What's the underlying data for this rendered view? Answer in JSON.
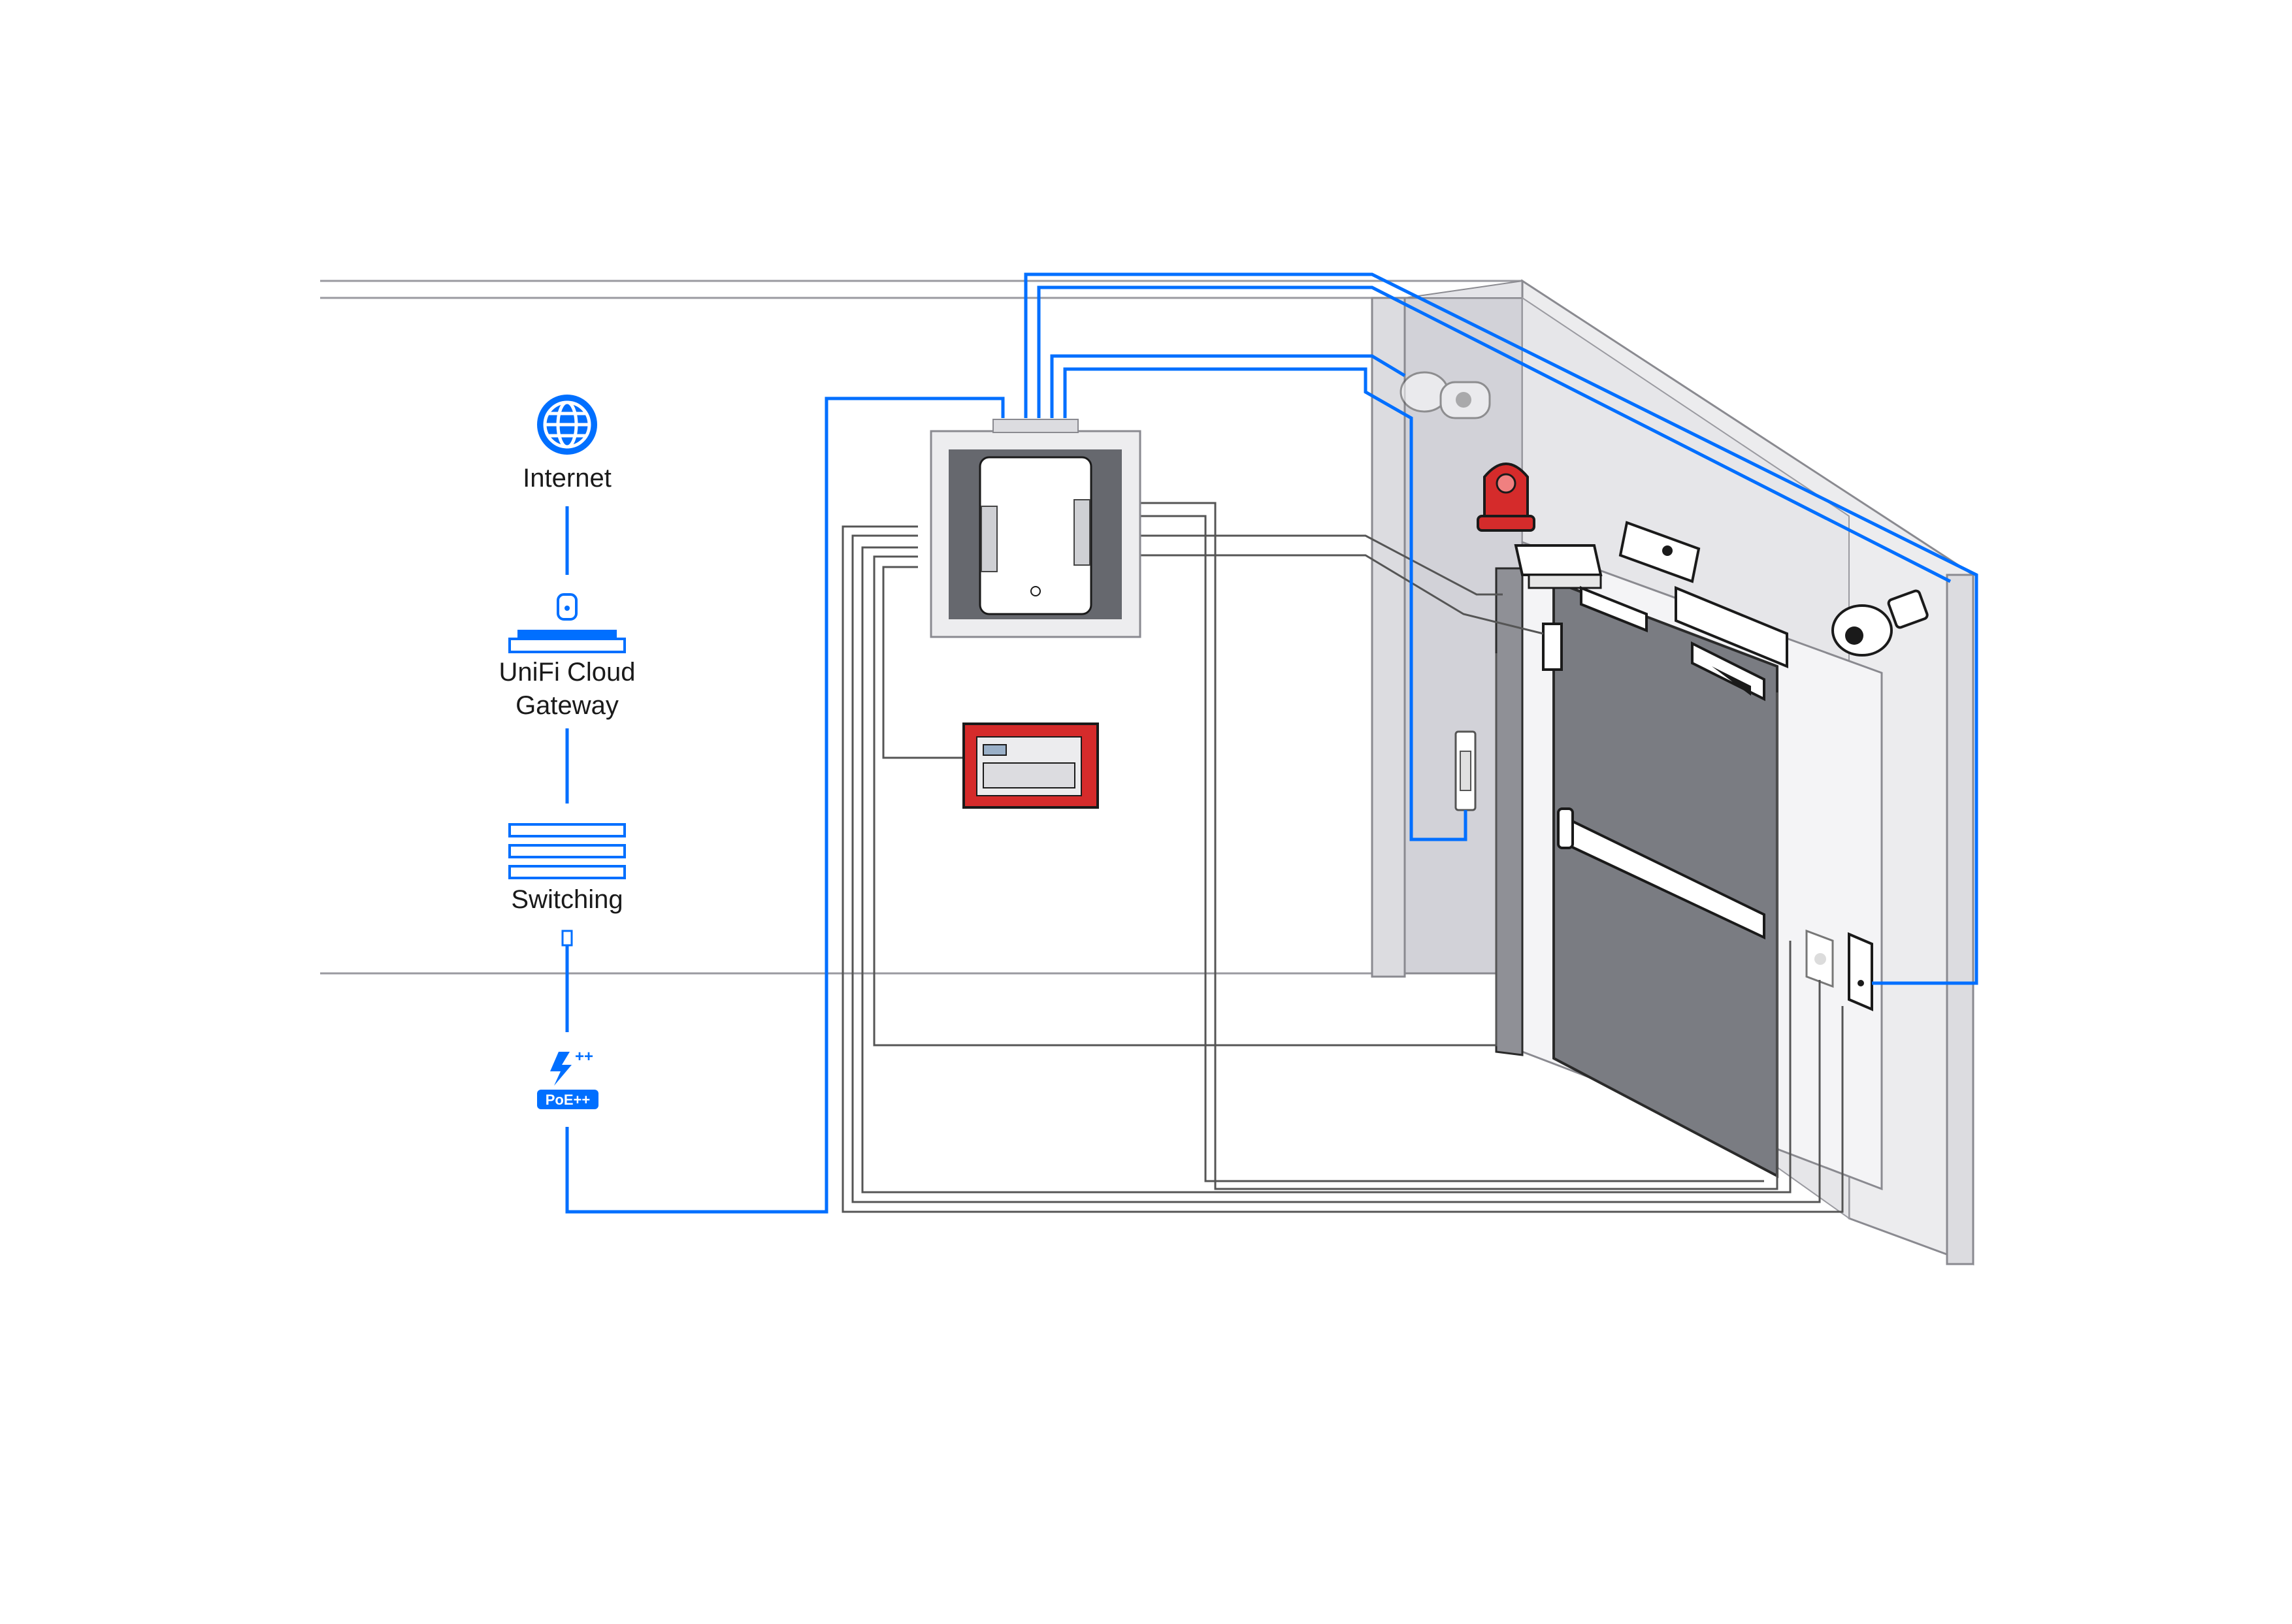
{
  "colors": {
    "accent": "#006fff",
    "wall": "#e9e9eb",
    "wall_edge": "#9a9aa0",
    "door": "#7a7c82",
    "alarm_red": "#d52b2b",
    "cable_gray": "#8c8c8c"
  },
  "network_chain": [
    {
      "label": "Internet",
      "icon": "globe-icon"
    },
    {
      "label": "UniFi Cloud",
      "label2": "Gateway",
      "icon": "cloud-gateway-icon"
    },
    {
      "label": "Switching",
      "icon": "switch-stack-icon"
    },
    {
      "label": "PoE++",
      "icon": "poe-lightning-icon"
    }
  ],
  "devices": [
    {
      "name": "access-hub",
      "icon": "access-hub-icon"
    },
    {
      "name": "fire-alarm-panel",
      "icon": "fire-alarm-panel-icon"
    },
    {
      "name": "siren-beacon",
      "icon": "siren-icon"
    },
    {
      "name": "camera-inside",
      "icon": "bullet-camera-icon"
    },
    {
      "name": "camera-outside",
      "icon": "bullet-camera-icon"
    },
    {
      "name": "motion-sensor",
      "icon": "motion-sensor-icon"
    },
    {
      "name": "electric-strike",
      "icon": "strike-icon"
    },
    {
      "name": "door-closer",
      "icon": "door-closer-icon"
    },
    {
      "name": "door-position-sensor",
      "icon": "door-sensor-icon"
    },
    {
      "name": "exit-button",
      "icon": "exit-button-icon"
    },
    {
      "name": "push-bar",
      "icon": "push-bar-icon"
    },
    {
      "name": "card-reader",
      "icon": "card-reader-icon"
    },
    {
      "name": "access-reader",
      "icon": "access-reader-icon"
    }
  ]
}
